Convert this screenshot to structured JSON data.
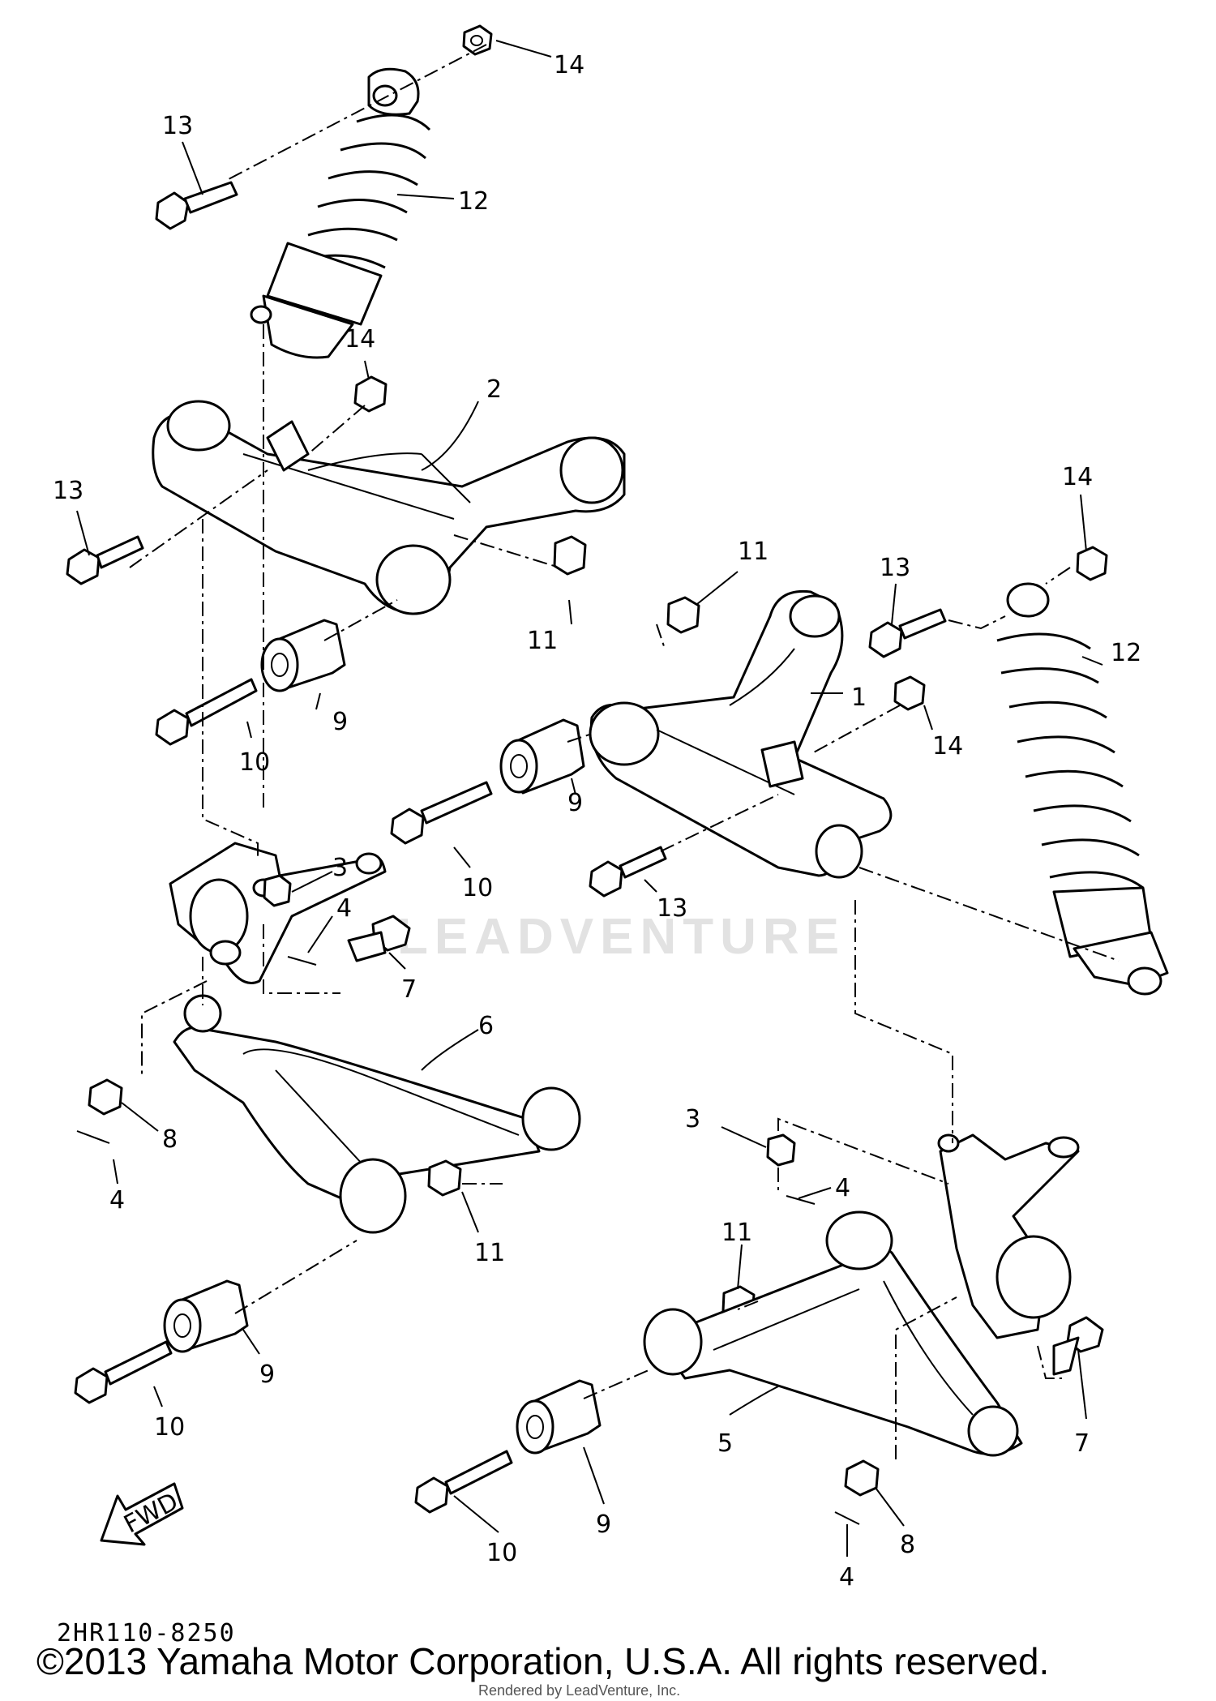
{
  "diagram": {
    "code": "2HR110-8250",
    "direction_label": "FWD",
    "watermark_brand": "LEADVENTURE",
    "footer_copyright": "©2013 Yamaha Motor Corporation, U.S.A. All rights reserved.",
    "footer_watermark": "Rendered by LeadVenture, Inc.",
    "callouts": [
      {
        "id": "c14a",
        "text": "14"
      },
      {
        "id": "c13a",
        "text": "13"
      },
      {
        "id": "c12a",
        "text": "12"
      },
      {
        "id": "c14b",
        "text": "14"
      },
      {
        "id": "c2",
        "text": "2"
      },
      {
        "id": "c13b",
        "text": "13"
      },
      {
        "id": "c11a",
        "text": "11"
      },
      {
        "id": "c9a",
        "text": "9"
      },
      {
        "id": "c10a",
        "text": "10"
      },
      {
        "id": "c11b",
        "text": "11"
      },
      {
        "id": "c13c",
        "text": "13"
      },
      {
        "id": "c14c",
        "text": "14"
      },
      {
        "id": "c12b",
        "text": "12"
      },
      {
        "id": "c1",
        "text": "1"
      },
      {
        "id": "c14d",
        "text": "14"
      },
      {
        "id": "c9b",
        "text": "9"
      },
      {
        "id": "c10b",
        "text": "10"
      },
      {
        "id": "c13d",
        "text": "13"
      },
      {
        "id": "c3a",
        "text": "3"
      },
      {
        "id": "c4a",
        "text": "4"
      },
      {
        "id": "c7a",
        "text": "7"
      },
      {
        "id": "c6",
        "text": "6"
      },
      {
        "id": "c8a",
        "text": "8"
      },
      {
        "id": "c4b",
        "text": "4"
      },
      {
        "id": "c11c",
        "text": "11"
      },
      {
        "id": "c9c",
        "text": "9"
      },
      {
        "id": "c10c",
        "text": "10"
      },
      {
        "id": "c3b",
        "text": "3"
      },
      {
        "id": "c4c",
        "text": "4"
      },
      {
        "id": "c11d",
        "text": "11"
      },
      {
        "id": "c5",
        "text": "5"
      },
      {
        "id": "c7b",
        "text": "7"
      },
      {
        "id": "c9d",
        "text": "9"
      },
      {
        "id": "c10d",
        "text": "10"
      },
      {
        "id": "c8b",
        "text": "8"
      },
      {
        "id": "c4d",
        "text": "4"
      }
    ]
  }
}
